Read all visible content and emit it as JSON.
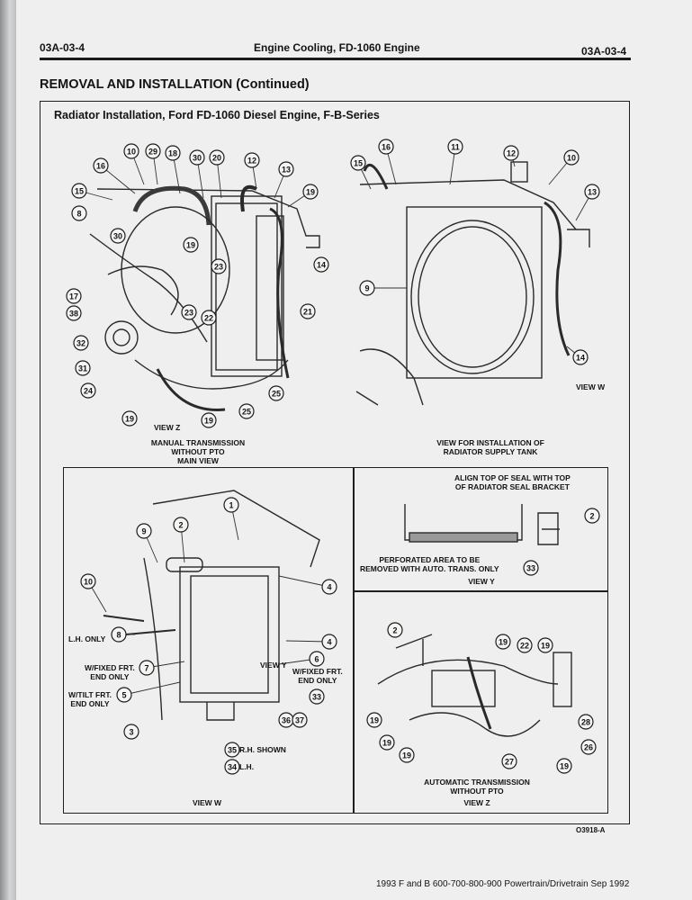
{
  "header": {
    "left": "03A-03-4",
    "center": "Engine Cooling, FD-1060 Engine",
    "right": "03A-03-4"
  },
  "section_title": "REMOVAL AND INSTALLATION (Continued)",
  "figure": {
    "title": "Radiator Installation, Ford FD-1060 Diesel Engine, F-B-Series",
    "main_view_caption": "MANUAL TRANSMISSION\nWITHOUT PTO\nMAIN VIEW",
    "supply_tank_caption": "VIEW FOR INSTALLATION OF\nRADIATOR SUPPLY TANK",
    "view_z_arrow": "VIEW Z",
    "view_w_arrow": "VIEW W",
    "view_y_arrow": "VIEW Y",
    "view_w_title": "VIEW W",
    "view_y_title": "VIEW Y",
    "view_z_title": "VIEW Z",
    "align_note": "ALIGN TOP OF SEAL WITH TOP\nOF RADIATOR SEAL BRACKET",
    "perforated_note": "PERFORATED AREA TO BE\nREMOVED WITH AUTO. TRANS. ONLY",
    "auto_trans_caption": "AUTOMATIC TRANSMISSION\nWITHOUT PTO",
    "lh_only": "L.H. ONLY",
    "w_fixed_front_left": "W/FIXED FRT.\nEND ONLY",
    "w_fixed_front_right": "W/FIXED FRT.\nEND ONLY",
    "w_tilt_front": "W/TILT FRT.\nEND ONLY",
    "rh_shown": "R.H. SHOWN",
    "lh": "L.H.",
    "figure_code": "O3918-A",
    "callouts": {
      "main": [
        "10",
        "29",
        "18",
        "30",
        "20",
        "12",
        "13",
        "16",
        "15",
        "19",
        "8",
        "30",
        "19",
        "23",
        "14",
        "17",
        "38",
        "32",
        "23",
        "22",
        "21",
        "31",
        "24",
        "19",
        "25",
        "19",
        "25"
      ],
      "tank": [
        "16",
        "11",
        "12",
        "10",
        "15",
        "13",
        "9",
        "14"
      ],
      "view_w": [
        "1",
        "2",
        "9",
        "10",
        "4",
        "8",
        "7",
        "6",
        "4",
        "5",
        "33",
        "3",
        "36",
        "37",
        "35",
        "34"
      ],
      "view_y": [
        "2",
        "33"
      ],
      "view_z": [
        "2",
        "19",
        "22",
        "19",
        "19",
        "19",
        "28",
        "19",
        "27",
        "26",
        "19"
      ]
    }
  },
  "footer": "1993 F and B 600-700-800-900 Powertrain/Drivetrain Sep 1992"
}
